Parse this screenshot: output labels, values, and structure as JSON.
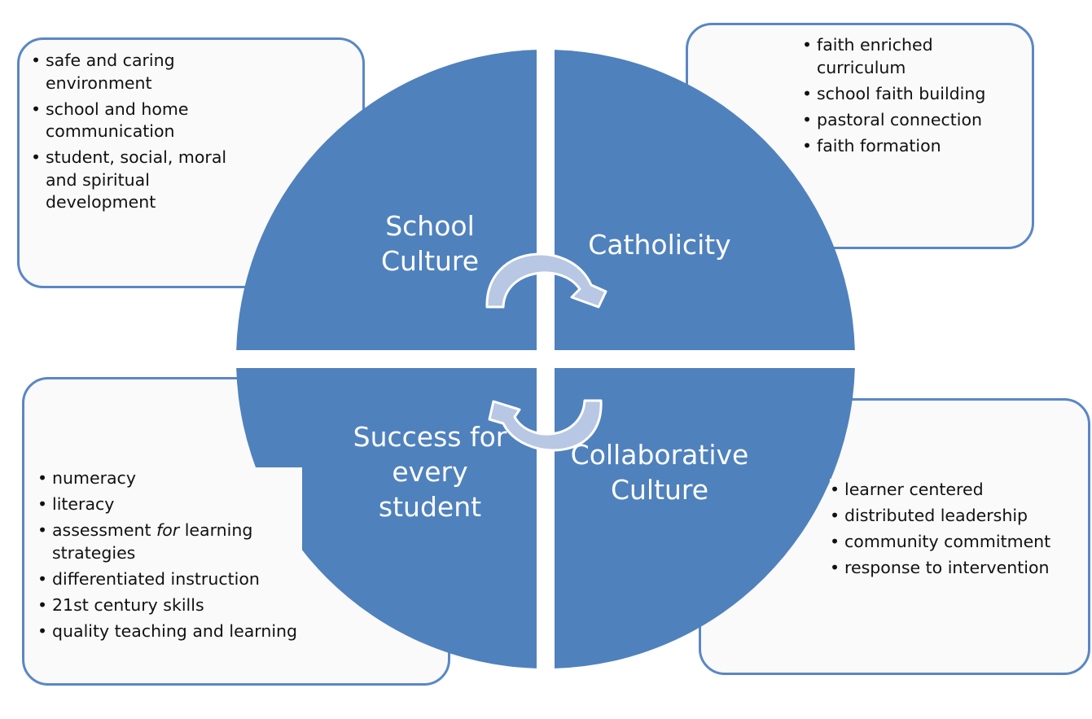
{
  "quadrants": [
    {
      "id": "school-culture",
      "label_lines": [
        "School",
        "Culture"
      ]
    },
    {
      "id": "catholicity",
      "label_lines": [
        "Catholicity"
      ]
    },
    {
      "id": "success",
      "label_lines": [
        "Success for",
        "every",
        "student"
      ]
    },
    {
      "id": "collaborative-culture",
      "label_lines": [
        "Collaborative",
        "Culture"
      ]
    }
  ],
  "boxes": {
    "top_left": {
      "items": [
        "safe and caring environment",
        "school and home communication",
        "student, social, moral and spiritual development"
      ]
    },
    "top_right": {
      "items": [
        "faith enriched curriculum",
        "school faith building",
        "pastoral connection",
        "faith formation"
      ]
    },
    "bottom_left": {
      "items": [
        "numeracy",
        "literacy",
        {
          "before": "assessment ",
          "em": "for",
          "after": " learning strategies"
        },
        "differentiated instruction",
        "21st century skills",
        "quality teaching and learning"
      ]
    },
    "bottom_right": {
      "items": [
        "learner centered",
        "distributed leadership",
        "community commitment",
        "response to intervention"
      ]
    }
  },
  "colors": {
    "quadrant_fill": "#4f81bd",
    "box_border": "#5a87c5",
    "arrow_fill": "#b8c7e3",
    "arrow_stroke": "#ffffff"
  },
  "icons": [
    "curved-arrow-icon"
  ]
}
